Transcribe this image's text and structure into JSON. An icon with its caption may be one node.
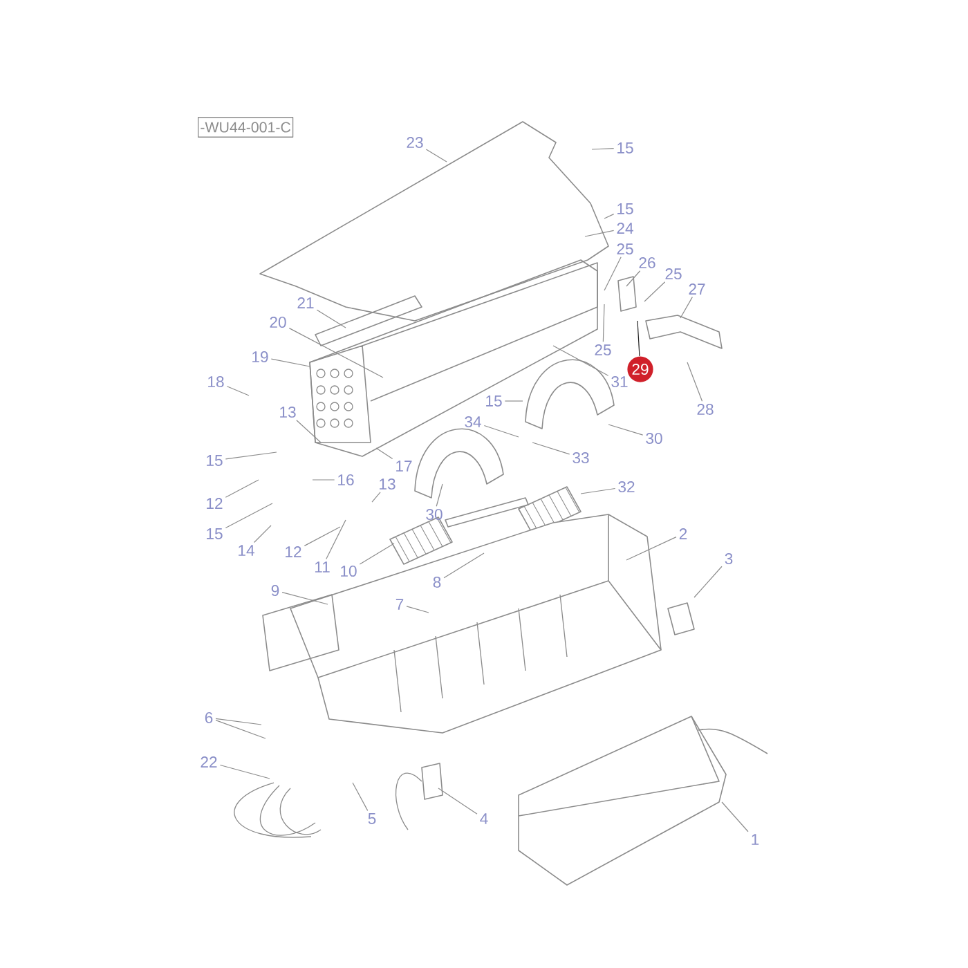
{
  "diagram": {
    "nodes": [
      {
        "text": [
          "-WU44-001-C"
        ]
      },
      {
        "text": [
          "23"
        ]
      },
      {
        "text": [
          "15"
        ]
      },
      {
        "text": [
          "15"
        ]
      },
      {
        "text": [
          "24"
        ]
      },
      {
        "text": [
          "25"
        ]
      },
      {
        "text": [
          "26"
        ]
      },
      {
        "text": [
          "25"
        ]
      },
      {
        "text": [
          "27"
        ]
      },
      {
        "text": [
          "21"
        ]
      },
      {
        "text": [
          "20"
        ]
      },
      {
        "text": [
          "25"
        ]
      },
      {
        "text": [
          "19"
        ]
      },
      {
        "text": [
          "29"
        ]
      },
      {
        "text": [
          "31"
        ]
      },
      {
        "text": [
          "18"
        ]
      },
      {
        "text": [
          "15"
        ]
      },
      {
        "text": [
          "28"
        ]
      },
      {
        "text": [
          "13"
        ]
      },
      {
        "text": [
          "34"
        ]
      },
      {
        "text": [
          "30"
        ]
      },
      {
        "text": [
          "33"
        ]
      },
      {
        "text": [
          "15"
        ]
      },
      {
        "text": [
          "17"
        ]
      },
      {
        "text": [
          "16"
        ]
      },
      {
        "text": [
          "13"
        ]
      },
      {
        "text": [
          "32"
        ]
      },
      {
        "text": [
          "12"
        ]
      },
      {
        "text": [
          "30"
        ]
      },
      {
        "text": [
          "15"
        ]
      },
      {
        "text": [
          "2"
        ]
      },
      {
        "text": [
          "14"
        ]
      },
      {
        "text": [
          "12"
        ]
      },
      {
        "text": [
          "11"
        ]
      },
      {
        "text": [
          "3"
        ]
      },
      {
        "text": [
          "10"
        ]
      },
      {
        "text": [
          "8"
        ]
      },
      {
        "text": [
          "9"
        ]
      },
      {
        "text": [
          "7"
        ]
      },
      {
        "text": [
          "6"
        ]
      },
      {
        "text": [
          "22"
        ]
      },
      {
        "text": [
          "5"
        ]
      },
      {
        "text": [
          "4"
        ]
      },
      {
        "text": [
          "1"
        ]
      }
    ],
    "edges": [
      {
        "from": 1,
        "to": null,
        "arrow": "none"
      },
      {
        "from": 2,
        "to": null,
        "arrow": "none"
      },
      {
        "from": 3,
        "to": null,
        "arrow": "none"
      },
      {
        "from": 4,
        "to": null,
        "arrow": "none"
      },
      {
        "from": 5,
        "to": null,
        "arrow": "none"
      },
      {
        "from": 6,
        "to": null,
        "arrow": "none"
      },
      {
        "from": 7,
        "to": null,
        "arrow": "none"
      },
      {
        "from": 8,
        "to": null,
        "arrow": "none"
      },
      {
        "from": 9,
        "to": null,
        "arrow": "none"
      },
      {
        "from": 10,
        "to": null,
        "arrow": "none"
      },
      {
        "from": 11,
        "to": null,
        "arrow": "none"
      },
      {
        "from": 12,
        "to": null,
        "arrow": "none"
      },
      {
        "from": 13,
        "to": null,
        "arrow": "none",
        "color": "#222222"
      },
      {
        "from": 14,
        "to": null,
        "arrow": "none"
      },
      {
        "from": 15,
        "to": null,
        "arrow": "none"
      },
      {
        "from": 16,
        "to": null,
        "arrow": "none"
      },
      {
        "from": 17,
        "to": null,
        "arrow": "none"
      },
      {
        "from": 18,
        "to": null,
        "arrow": "none"
      },
      {
        "from": 19,
        "to": null,
        "arrow": "none"
      },
      {
        "from": 20,
        "to": null,
        "arrow": "none"
      },
      {
        "from": 21,
        "to": null,
        "arrow": "none"
      },
      {
        "from": 22,
        "to": null,
        "arrow": "none"
      },
      {
        "from": 23,
        "to": null,
        "arrow": "none"
      },
      {
        "from": 24,
        "to": null,
        "arrow": "none"
      },
      {
        "from": 25,
        "to": null,
        "arrow": "none"
      },
      {
        "from": 26,
        "to": null,
        "arrow": "none"
      },
      {
        "from": 27,
        "to": null,
        "arrow": "none"
      },
      {
        "from": 28,
        "to": null,
        "arrow": "none"
      },
      {
        "from": 29,
        "to": null,
        "arrow": "none"
      },
      {
        "from": 30,
        "to": null,
        "arrow": "none"
      },
      {
        "from": 31,
        "to": null,
        "arrow": "none"
      },
      {
        "from": 32,
        "to": null,
        "arrow": "none"
      },
      {
        "from": 33,
        "to": null,
        "arrow": "none"
      },
      {
        "from": 34,
        "to": null,
        "arrow": "none"
      },
      {
        "from": 35,
        "to": null,
        "arrow": "none"
      },
      {
        "from": 36,
        "to": null,
        "arrow": "none"
      },
      {
        "from": 37,
        "to": null,
        "arrow": "none"
      },
      {
        "from": 38,
        "to": null,
        "arrow": "none"
      },
      {
        "from": 39,
        "to": null,
        "arrow": "none"
      },
      {
        "from": 39,
        "to": null,
        "arrow": "none"
      },
      {
        "from": 40,
        "to": null,
        "arrow": "none"
      },
      {
        "from": 41,
        "to": null,
        "arrow": "none"
      },
      {
        "from": 42,
        "to": null,
        "arrow": "none"
      },
      {
        "from": 43,
        "to": null,
        "arrow": "none"
      }
    ]
  }
}
